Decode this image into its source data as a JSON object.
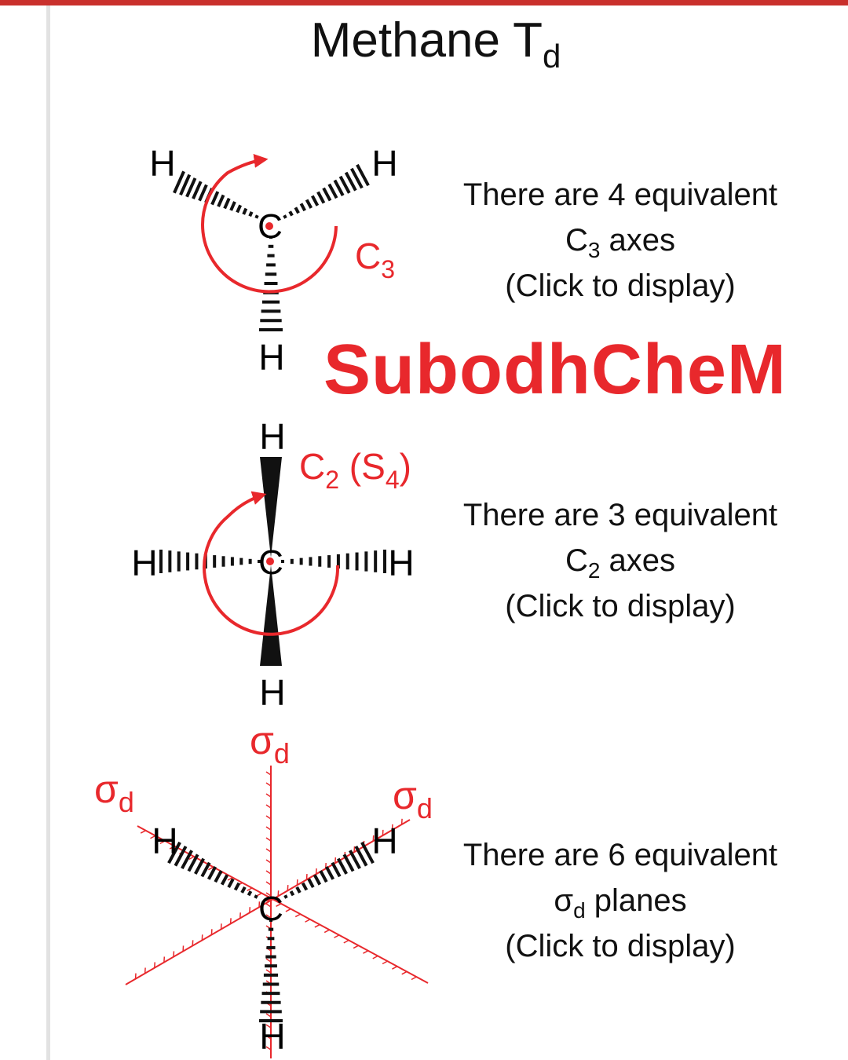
{
  "title": {
    "text": "Methane T",
    "sub": "d"
  },
  "colors": {
    "accent": "#e8282c",
    "top_rule": "#c9302c",
    "divider": "#e2e2e2",
    "ink": "#111111"
  },
  "watermark": "SubodhCheM",
  "atoms": {
    "hydrogen": "H",
    "carbon": "C"
  },
  "sections": [
    {
      "line1": "There are 4 equivalent",
      "symbol": "C",
      "symbol_sub": "3",
      "symbol_tail": " axes",
      "action": "(Click to display)",
      "diagram_label": "C",
      "diagram_label_sub": "3"
    },
    {
      "line1": "There are 3 equivalent",
      "symbol": "C",
      "symbol_sub": "2",
      "symbol_tail": " axes",
      "action": "(Click to display)",
      "diagram_label": "C",
      "diagram_label_sub": "2",
      "diagram_label_tail": " (S",
      "diagram_label_sub2": "4",
      "diagram_label_end": ")"
    },
    {
      "line1": "There are 6 equivalent",
      "symbol": "σ",
      "symbol_sub": "d",
      "symbol_tail": " planes",
      "action": "(Click to display)",
      "diagram_label": "σ",
      "diagram_label_sub": "d"
    }
  ]
}
